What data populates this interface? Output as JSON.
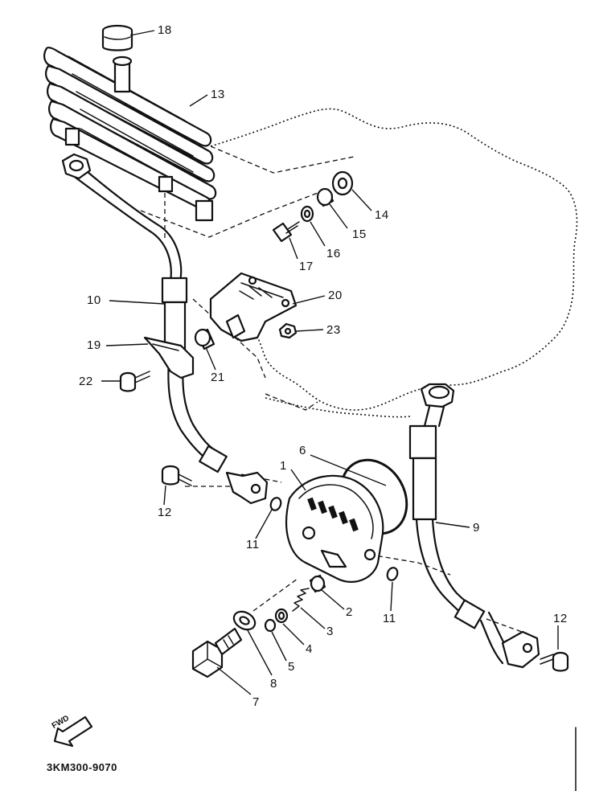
{
  "diagram": {
    "part_code": "3KM300-9070",
    "direction_marker": "FWD",
    "callouts": [
      {
        "id": "1",
        "label": "1"
      },
      {
        "id": "2",
        "label": "2"
      },
      {
        "id": "3",
        "label": "3"
      },
      {
        "id": "4",
        "label": "4"
      },
      {
        "id": "5",
        "label": "5"
      },
      {
        "id": "6",
        "label": "6"
      },
      {
        "id": "7",
        "label": "7"
      },
      {
        "id": "8",
        "label": "8"
      },
      {
        "id": "9",
        "label": "9"
      },
      {
        "id": "10",
        "label": "10"
      },
      {
        "id": "11a",
        "label": "11"
      },
      {
        "id": "11b",
        "label": "11"
      },
      {
        "id": "12a",
        "label": "12"
      },
      {
        "id": "12b",
        "label": "12"
      },
      {
        "id": "13",
        "label": "13"
      },
      {
        "id": "14",
        "label": "14"
      },
      {
        "id": "15",
        "label": "15"
      },
      {
        "id": "16",
        "label": "16"
      },
      {
        "id": "17",
        "label": "17"
      },
      {
        "id": "18",
        "label": "18"
      },
      {
        "id": "19",
        "label": "19"
      },
      {
        "id": "20",
        "label": "20"
      },
      {
        "id": "21",
        "label": "21"
      },
      {
        "id": "22",
        "label": "22"
      },
      {
        "id": "23",
        "label": "23"
      }
    ]
  }
}
